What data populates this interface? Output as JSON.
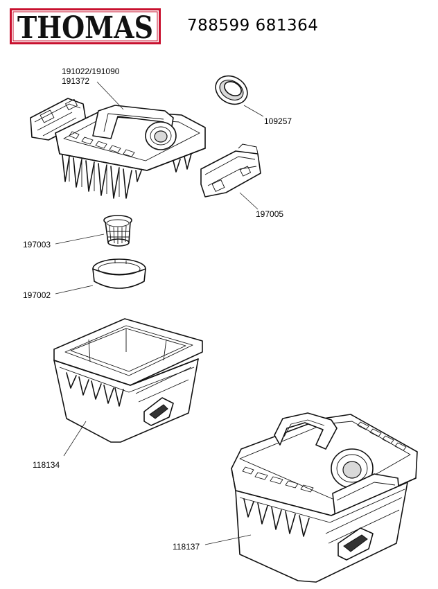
{
  "header": {
    "brand_logo_text": "THOMAS",
    "doc_number": "788599 681364",
    "brand_red": "#c8102e"
  },
  "parts": {
    "lid_part": "191022/191090",
    "lid_part_alt": "191372",
    "seal_ring": "109257",
    "latch_right": "197005",
    "mesh_filter": "197003",
    "filter_ring": "197002",
    "container": "118134",
    "assembly": "118137"
  }
}
